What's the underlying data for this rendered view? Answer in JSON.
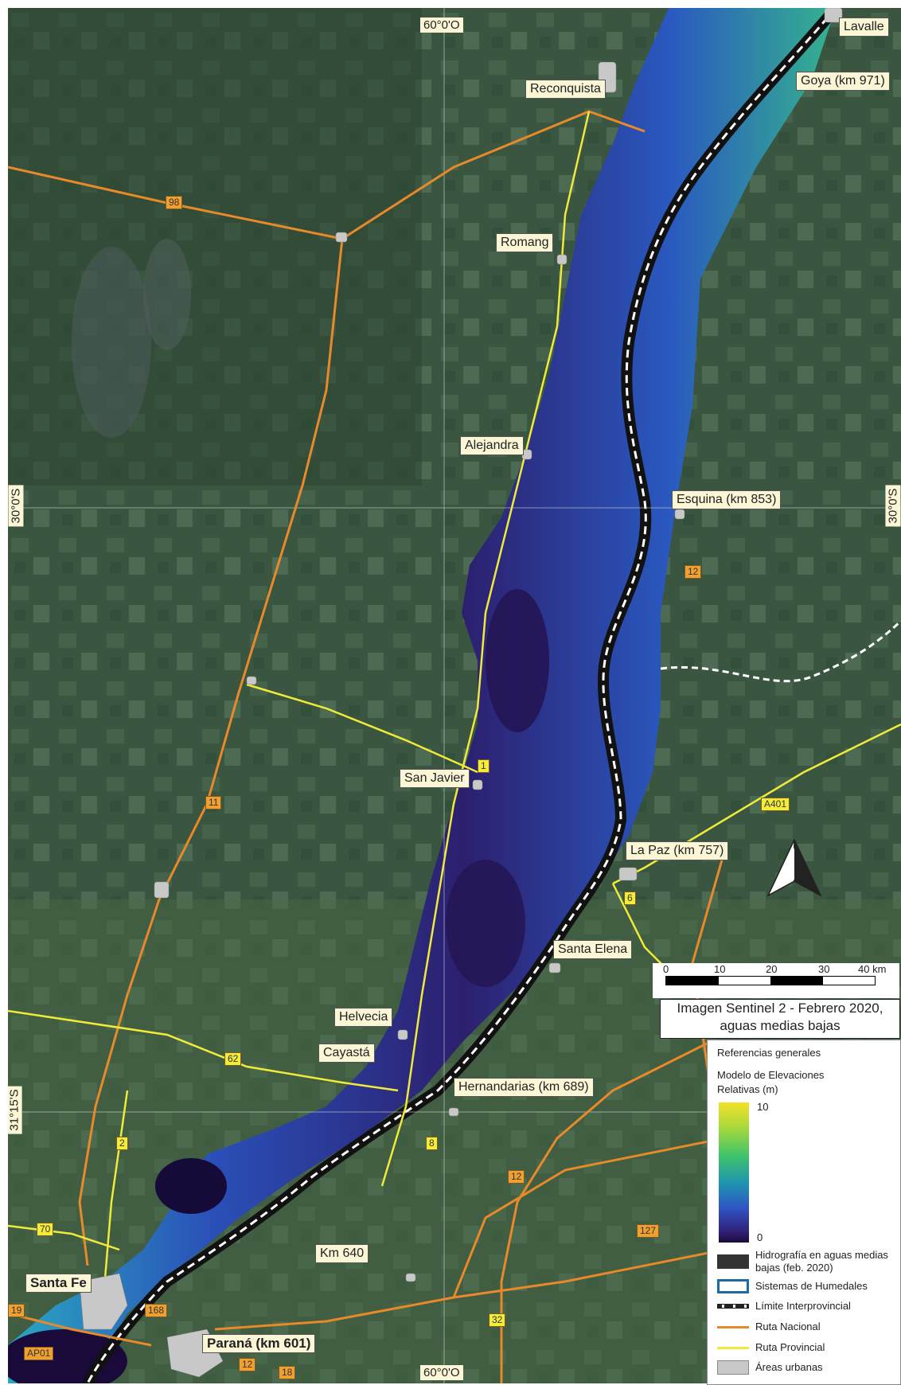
{
  "graticule": {
    "top_lon": "60°0'O",
    "bottom_lon": "60°0'O",
    "left_lat_30": "30°0'S",
    "right_lat_30": "30°0'S",
    "left_lat_31": "31°15'S"
  },
  "places": {
    "lavalle": "Lavalle",
    "goya": "Goya (km 971)",
    "reconquista": "Reconquista",
    "romang": "Romang",
    "alejandra": "Alejandra",
    "esquina": "Esquina (km 853)",
    "san_javier": "San Javier",
    "la_paz": "La Paz (km 757)",
    "santa_elena": "Santa Elena",
    "helvecia": "Helvecia",
    "cayasta": "Cayastá",
    "hernandarias": "Hernandarias (km 689)",
    "km640": "Km 640",
    "santa_fe": "Santa Fe",
    "parana": "Paraná (km 601)"
  },
  "routes": {
    "r98": "98",
    "r12a": "12",
    "r1": "1",
    "r11": "11",
    "a401": "A401",
    "r6": "6",
    "r62": "62",
    "r2": "2",
    "r8": "8",
    "r12b": "12",
    "r127": "127",
    "r70": "70",
    "r19": "19",
    "r168": "168",
    "r32": "32",
    "ap01": "AP01",
    "r12c": "12",
    "r18": "18"
  },
  "scale": {
    "ticks": [
      "0",
      "10",
      "20",
      "30",
      "40 km"
    ]
  },
  "title": {
    "line1": "Imagen Sentinel 2 - Febrero 2020,",
    "line2": "aguas medias bajas"
  },
  "legend": {
    "header": "Referencias generales",
    "model_title": "Modelo de Elevaciones",
    "model_subtitle": "Relativas (m)",
    "max": "10",
    "min": "0",
    "hidro": "Hidrografía en aguas medias bajas (feb. 2020)",
    "humedales": "Sistemas de Humedales",
    "limite": "Límite Interprovincial",
    "ruta_nacional": "Ruta Nacional",
    "ruta_provincial": "Ruta Provincial",
    "areas_urbanas": "Áreas urbanas"
  },
  "colors": {
    "background": "#2f4a35",
    "ruta_nacional": "#e8892a",
    "ruta_provincial": "#f0ea3a",
    "hidrografia": "#1a1a1a",
    "humedales_border": "#1e6aa8",
    "urban": "#c8c8c8",
    "ramp_high": "#f3e12a",
    "ramp_low": "#1a0a3a"
  },
  "icons": {
    "north_arrow": "north-arrow-icon"
  }
}
